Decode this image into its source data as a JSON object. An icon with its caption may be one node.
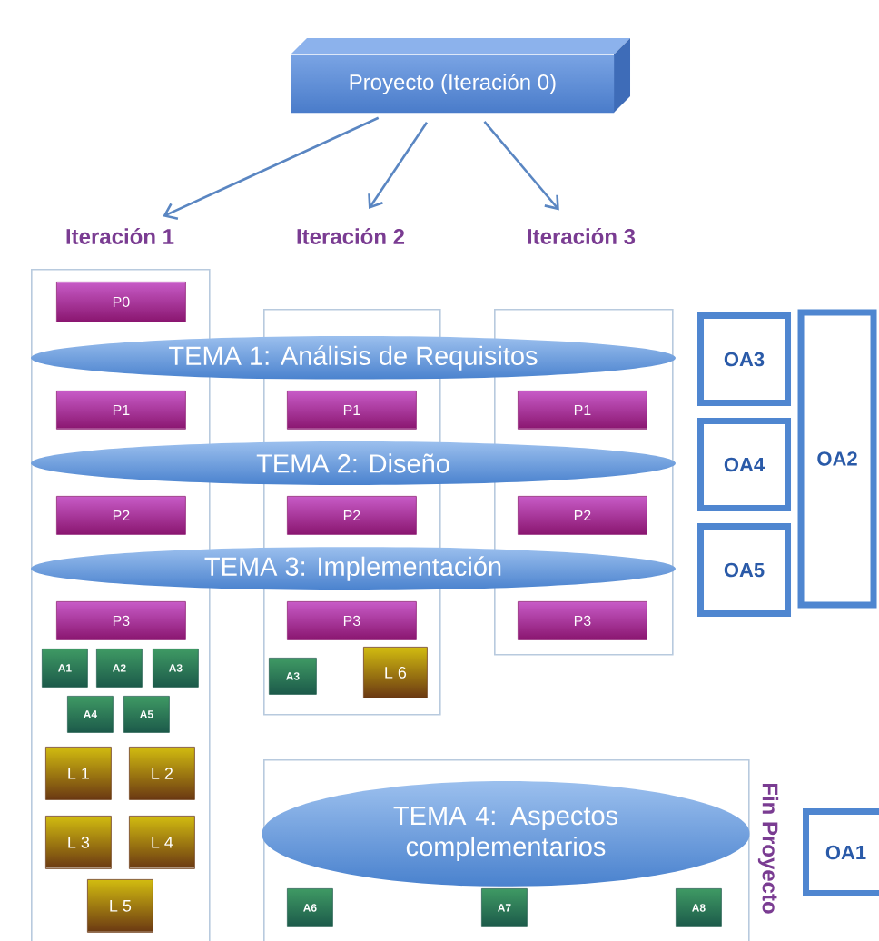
{
  "diagram": {
    "nodes": [
      {
        "text": [
          "Proyecto (Iteración 0)"
        ]
      },
      {
        "text": [
          "Iteración 1"
        ]
      },
      {
        "text": [
          "Iteración 2"
        ]
      },
      {
        "text": [
          "Iteración 3"
        ]
      },
      {
        "text": [],
        "shape": "box"
      },
      {
        "text": [
          "P0"
        ],
        "in": 4
      },
      {
        "text": [
          "P1"
        ],
        "in": 4
      },
      {
        "text": [
          "P2"
        ],
        "in": 4
      },
      {
        "text": [
          "P3"
        ],
        "in": 4
      },
      {
        "text": [
          "A1"
        ],
        "in": 4
      },
      {
        "text": [
          "A2"
        ],
        "in": 4
      },
      {
        "text": [
          "A3"
        ],
        "in": 4
      },
      {
        "text": [
          "A4"
        ],
        "in": 4
      },
      {
        "text": [
          "A5"
        ],
        "in": 4
      },
      {
        "text": [
          "L 1"
        ],
        "in": 4
      },
      {
        "text": [
          "L 2"
        ],
        "in": 4
      },
      {
        "text": [
          "L 3"
        ],
        "in": 4
      },
      {
        "text": [
          "L 4"
        ],
        "in": 4
      },
      {
        "text": [
          "L 5"
        ],
        "in": 4
      },
      {
        "text": [],
        "shape": "box"
      },
      {
        "text": [
          "P1"
        ],
        "in": 19
      },
      {
        "text": [
          "P2"
        ],
        "in": 19
      },
      {
        "text": [
          "P3"
        ],
        "in": 19
      },
      {
        "text": [
          "A3"
        ],
        "in": 19
      },
      {
        "text": [
          "L 6"
        ],
        "in": 19
      },
      {
        "text": [],
        "shape": "box"
      },
      {
        "text": [
          "P1"
        ],
        "in": 25
      },
      {
        "text": [
          "P2"
        ],
        "in": 25
      },
      {
        "text": [
          "P3"
        ],
        "in": 25
      },
      {
        "text": [
          "TEMA 1: Análisis de Requisitos"
        ]
      },
      {
        "text": [
          "TEMA 2: Diseño"
        ]
      },
      {
        "text": [
          "TEMA 3: Implementación"
        ]
      },
      {
        "text": [
          "OA3"
        ]
      },
      {
        "text": [
          "OA4"
        ]
      },
      {
        "text": [
          "OA5"
        ]
      },
      {
        "text": [
          "OA2"
        ]
      },
      {
        "text": [],
        "shape": "box"
      },
      {
        "text": [
          "TEMA 4: Aspectos complementarios"
        ],
        "in": 36
      },
      {
        "text": [
          "A6"
        ],
        "in": 36
      },
      {
        "text": [
          "A7"
        ],
        "in": 36
      },
      {
        "text": [
          "A8"
        ],
        "in": 36
      },
      {
        "text": [
          "OA1"
        ]
      }
    ],
    "edges": [
      {
        "from": 0,
        "to": 1,
        "arrow": "to"
      },
      {
        "from": 0,
        "to": 2,
        "arrow": "to"
      },
      {
        "from": 0,
        "to": 3,
        "arrow": "to"
      }
    ],
    "labels": [
      "Fin Proyecto"
    ]
  }
}
